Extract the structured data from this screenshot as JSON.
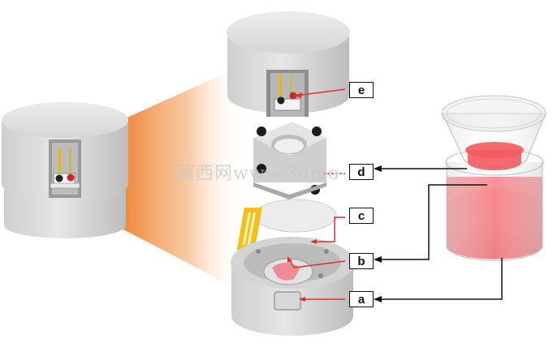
{
  "labels": {
    "a": "a",
    "b": "b",
    "c": "c",
    "d": "d",
    "e": "e"
  },
  "watermark": "莫西网www.3dmo",
  "colors": {
    "housing": "#d9d9d9",
    "housing_dark": "#b9b9b9",
    "glow": "#f08a3c",
    "liquid": "#f0565a",
    "pointer_red": "#e03030",
    "pointer_black": "#111111"
  }
}
